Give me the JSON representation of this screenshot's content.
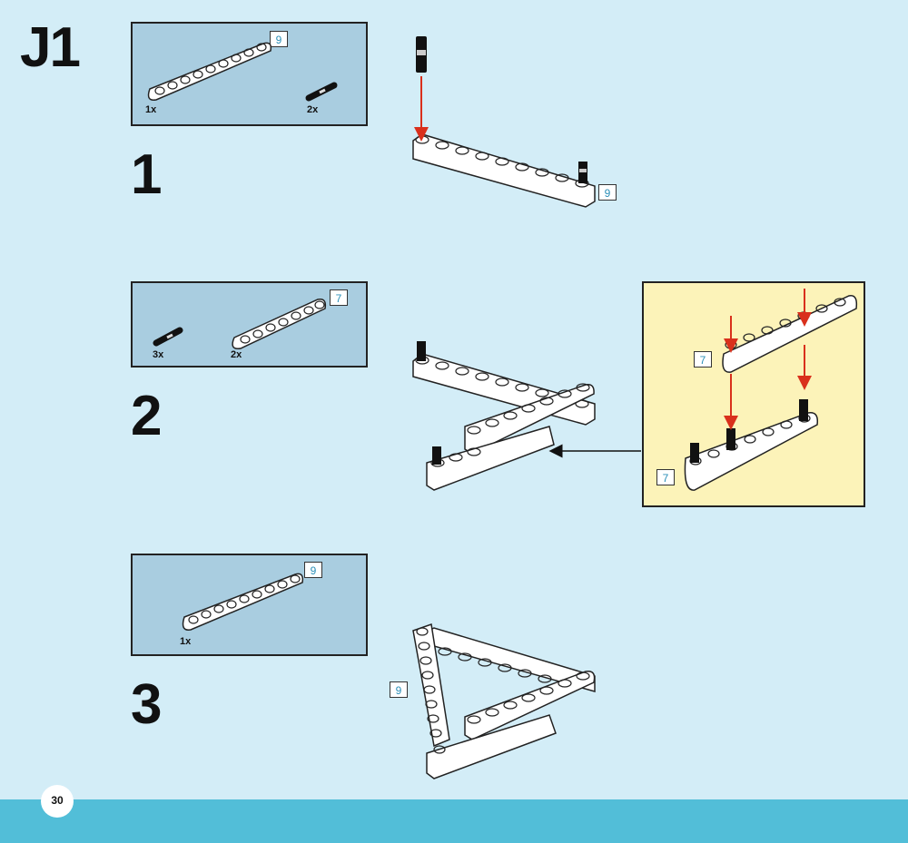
{
  "section": {
    "id": "J1"
  },
  "steps": [
    {
      "number": "1",
      "parts": [
        {
          "qty": "1x",
          "tag": "9"
        },
        {
          "qty": "2x"
        }
      ],
      "assembly_tag": "9"
    },
    {
      "number": "2",
      "parts": [
        {
          "qty": "3x"
        },
        {
          "qty": "2x",
          "tag": "7"
        }
      ],
      "callout_tags": [
        "7",
        "7"
      ]
    },
    {
      "number": "3",
      "parts": [
        {
          "qty": "1x",
          "tag": "9"
        }
      ],
      "assembly_tag": "9"
    }
  ],
  "footer": {
    "page_number": "30"
  },
  "colors": {
    "background": "#d3edf7",
    "parts_box": "#a9cde0",
    "callout": "#fcf3b9",
    "footer": "#52bed8",
    "arrow_red": "#d9301c",
    "tag_text": "#2b8fb8"
  }
}
